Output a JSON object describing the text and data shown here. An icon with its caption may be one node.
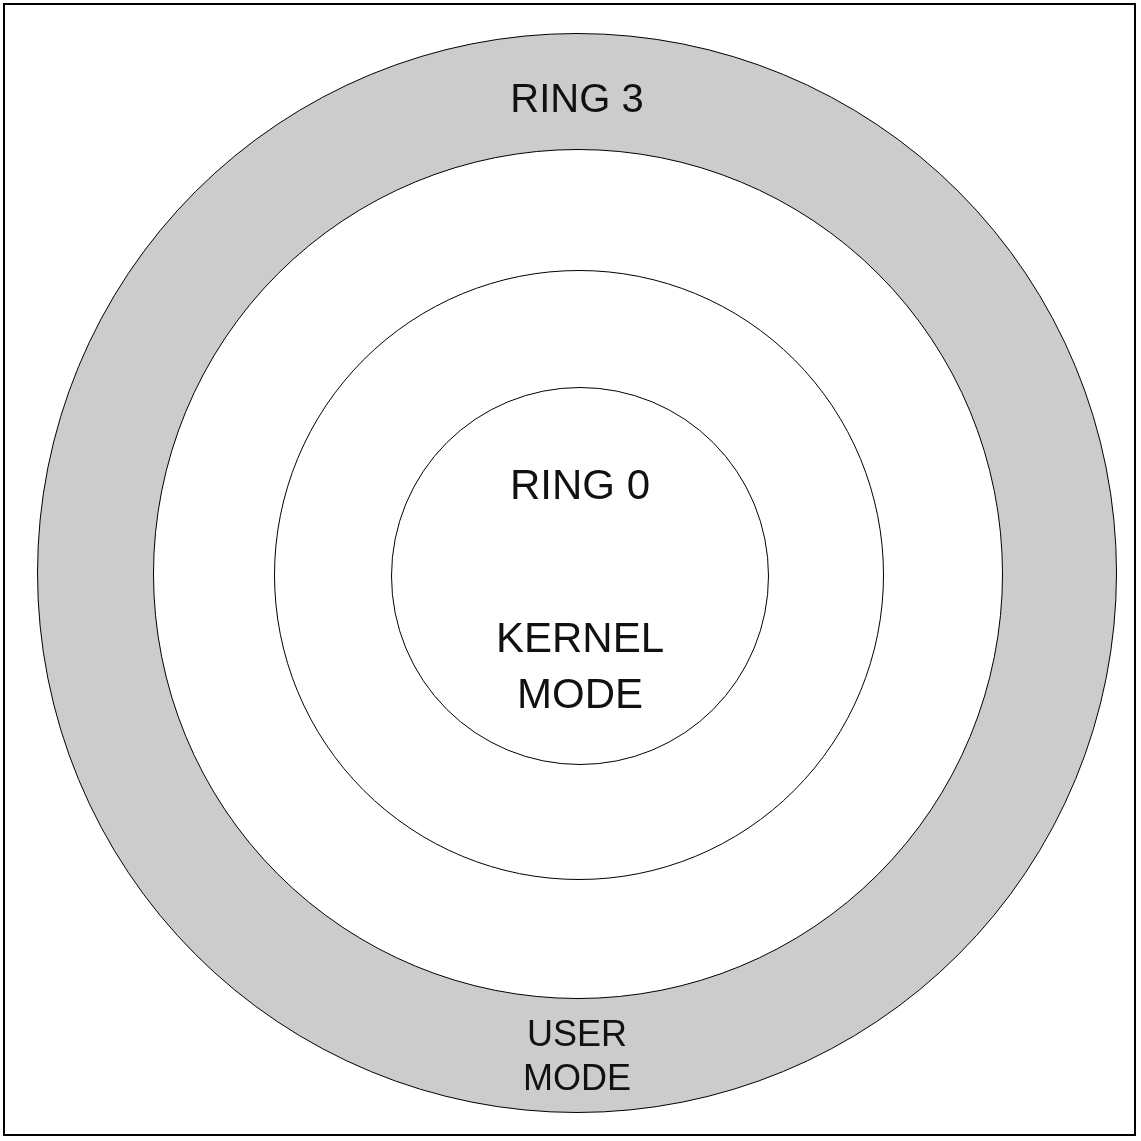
{
  "diagram": {
    "nodes": [
      {
        "text": [
          "RING 3",
          "USER MODE"
        ]
      },
      {
        "text": [],
        "shape": "circle",
        "in": 0
      },
      {
        "text": [],
        "shape": "circle",
        "in": 1
      },
      {
        "text": [
          "RING 0",
          "KERNEL MODE"
        ],
        "in": 2
      }
    ]
  }
}
